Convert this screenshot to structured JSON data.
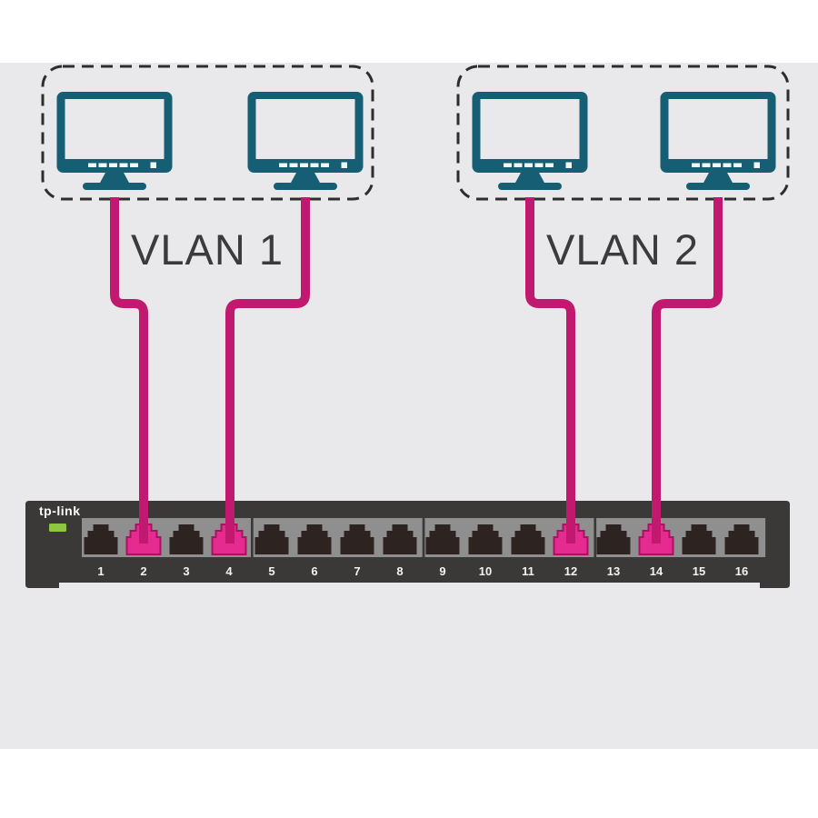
{
  "vlans": [
    {
      "label": "VLAN 1",
      "connected_ports": [
        "2",
        "4"
      ]
    },
    {
      "label": "VLAN 2",
      "connected_ports": [
        "12",
        "14"
      ]
    }
  ],
  "switch": {
    "brand": "tp-link",
    "port_labels": [
      "1",
      "2",
      "3",
      "4",
      "5",
      "6",
      "7",
      "8",
      "9",
      "10",
      "11",
      "12",
      "13",
      "14",
      "15",
      "16"
    ],
    "highlighted_ports": [
      "2",
      "4",
      "12",
      "14"
    ],
    "led": "power-led"
  },
  "colors": {
    "page_bg": "#ffffff",
    "canvas_bg": "#e9e9eb",
    "dashed_border": "#2d2d2d",
    "vlan_label": "#3b3b3b",
    "monitor": "#165e73",
    "monitor_screen": "#e9e9eb",
    "monitor_controls": "#f4f6f6",
    "cable": "#c0196f",
    "chassis": "#3a3938",
    "port_panel": "#8f8f90",
    "port_dark": "#2d2422",
    "port_active": "#e52a90",
    "port_active_outline": "#a8135f",
    "led_green": "#8ec63f",
    "port_number": "#f2f2f2",
    "brand_text": "#fafafa"
  }
}
